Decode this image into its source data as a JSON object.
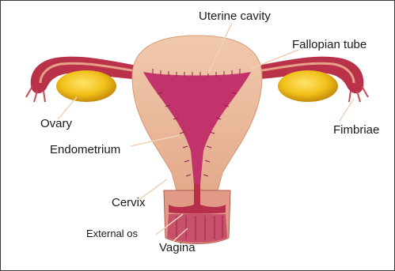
{
  "labels": {
    "uterine_cavity": "Uterine cavity",
    "fallopian_tube": "Fallopian tube",
    "ovary": "Ovary",
    "fimbriae": "Fimbriae",
    "endometrium": "Endometrium",
    "cervix": "Cervix",
    "external_os": "External os",
    "vagina": "Vagina"
  },
  "colors": {
    "uterus_wall": "#e9b99a",
    "cavity": "#c2336b",
    "tube": "#b9324a",
    "ovary": "#f2c21b",
    "leader_line": "#f0d2b8"
  }
}
